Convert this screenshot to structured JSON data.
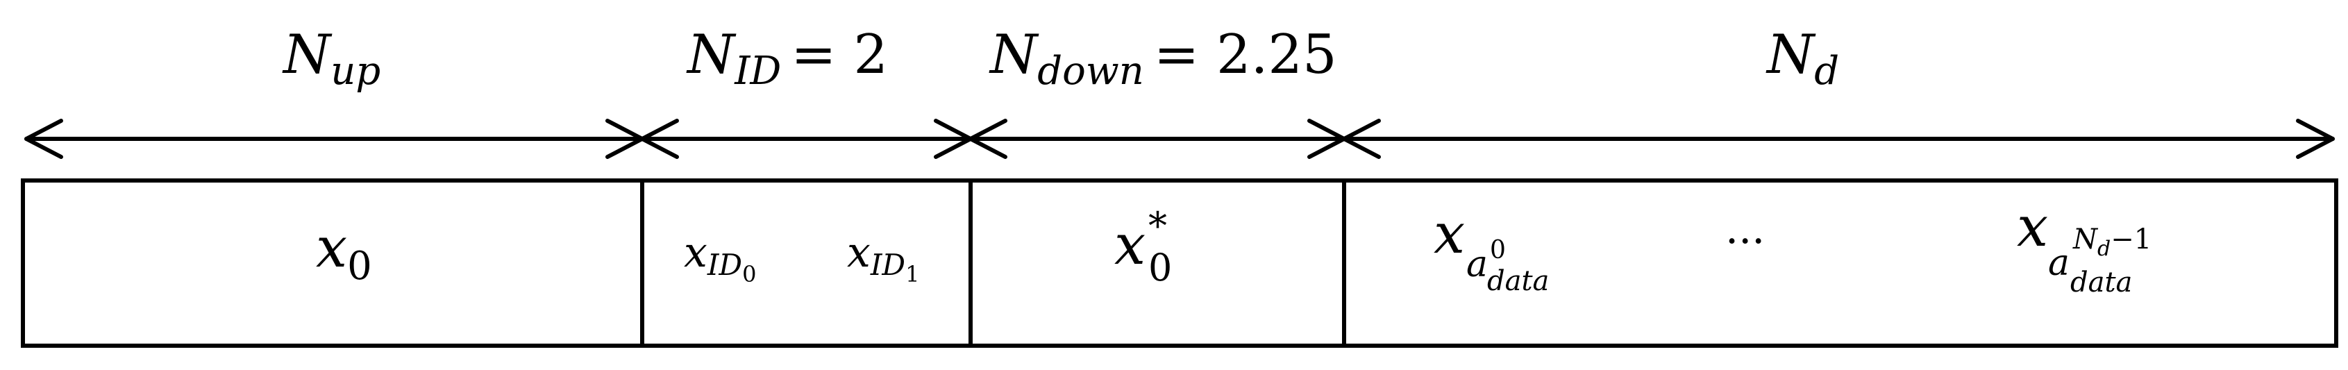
{
  "header_labels": {
    "n_up": {
      "base": "N",
      "sub": "up"
    },
    "n_id": {
      "base": "N",
      "sub": "ID",
      "rhs": "= 2"
    },
    "n_down": {
      "base": "N",
      "sub": "down",
      "rhs": "= 2.25"
    },
    "n_d": {
      "base": "N",
      "sub": "d"
    }
  },
  "cells": {
    "x0": {
      "base": "x",
      "sub": "0"
    },
    "x_id0": {
      "base": "x",
      "sub": "ID",
      "subsub": "0"
    },
    "x_id1": {
      "base": "x",
      "sub": "ID",
      "subsub": "1"
    },
    "x0_star": {
      "base": "x",
      "sub": "0",
      "sup": "*"
    },
    "x_data_first": {
      "base": "x",
      "sub": "a",
      "subsup": "0",
      "subsub": "data"
    },
    "ellipsis": "...",
    "x_data_last": {
      "base": "x",
      "sub": "a",
      "subsup": "N",
      "subsup_sub": "d",
      "subsup_tail": "−1",
      "subsub": "data"
    }
  }
}
